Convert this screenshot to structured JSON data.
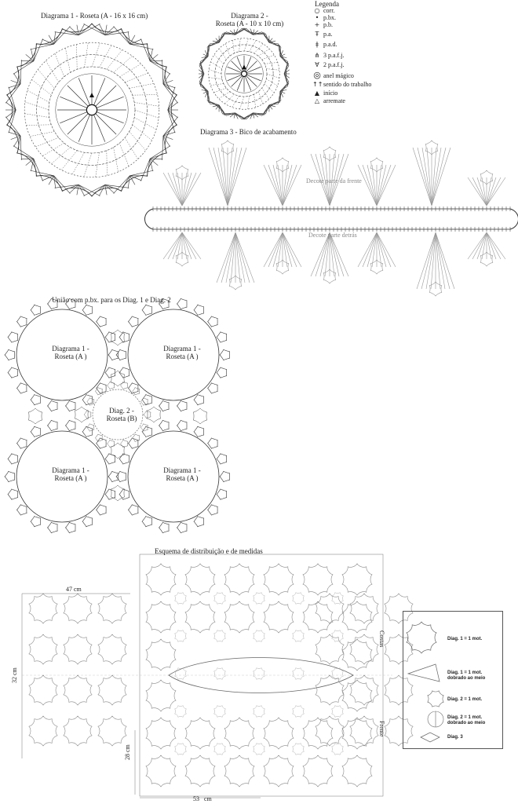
{
  "diagram1": {
    "title": "Diagrama 1 - Roseta (A - 16 x 16 cm)"
  },
  "diagram2": {
    "title_line1": "Diagrama 2 -",
    "title_line2": "Roseta (A - 10 x 10 cm)"
  },
  "legend": {
    "title": "Legenda",
    "items": [
      {
        "symbol": "○",
        "label": "corr."
      },
      {
        "symbol": "•",
        "label": "p.bx."
      },
      {
        "symbol": "+",
        "label": "p.b."
      },
      {
        "symbol": "Ŧ",
        "label": "p.a."
      },
      {
        "symbol": "ǂ",
        "label": "p.a.d."
      },
      {
        "symbol": "⋔",
        "label": "3 p.a.f.j."
      },
      {
        "symbol": "∀",
        "label": "2 p.a.f.j."
      },
      {
        "symbol": "◎",
        "label": "anel mágico"
      },
      {
        "symbol": "↑↑",
        "label": "sentido do trabalho"
      },
      {
        "symbol": "▲",
        "label": "início"
      },
      {
        "symbol": "△",
        "label": "arremate"
      }
    ]
  },
  "diagram3": {
    "title": "Diagrama 3 - Bico de acabamento",
    "front_label": "Decote parte da frente",
    "back_label": "Decote parte detrás"
  },
  "union": {
    "title": "União com p.bx. para os Diag. 1 e Diag. 2",
    "roseta_a_line1": "Diagrama 1 -",
    "roseta_a_line2": "Roseta (A )",
    "roseta_b_line1": "Diag. 2 -",
    "roseta_b_line2": "Roseta (B)"
  },
  "scheme": {
    "title": "Esquema de distribuição e de medidas",
    "width_top": "47 cm",
    "height_left": "32 cm",
    "height_bottom": "28 cm",
    "width_bottom": "53",
    "width_bottom_unit": "cm",
    "costas": "Costas",
    "frente": "Frente"
  },
  "key": {
    "diag1": "Diag. 1 = 1 mot.",
    "diag1_half_line1": "Diag. 1 = 1 mot.",
    "diag1_half_line2": "dobrado ao meio",
    "diag2": "Diag. 2 = 1 mot.",
    "diag2_half_line1": "Diag. 2 = 1 mot.",
    "diag2_half_line2": "dobrado ao meio",
    "diag3": "Diag. 3"
  }
}
